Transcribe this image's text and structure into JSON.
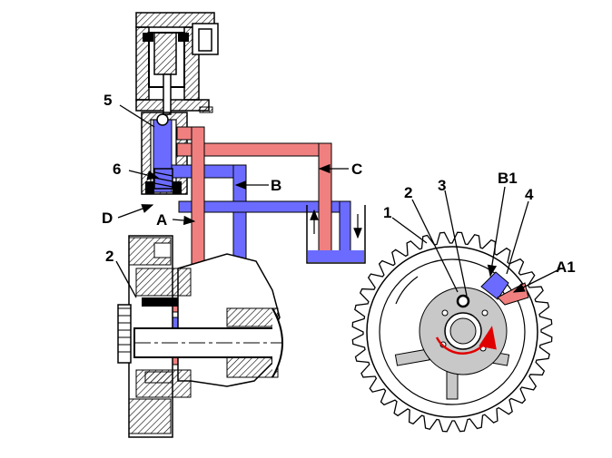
{
  "labels": {
    "solenoid_5": "5",
    "spool_6": "6",
    "drain_d": "D",
    "line_a": "A",
    "line_b": "B",
    "line_c": "C",
    "adjuster_2_left": "2",
    "gear_1": "1",
    "vane_2_right": "2",
    "rotor_3": "3",
    "chamber_b1": "B1",
    "port_4": "4",
    "chamber_a1": "A1"
  },
  "colors": {
    "pressure_red": "#f08080",
    "return_blue": "#6b6bff",
    "hub_gray": "#c8c8c8",
    "rotor_hatch": "#000000",
    "rotation_arrow": "#e00000"
  }
}
